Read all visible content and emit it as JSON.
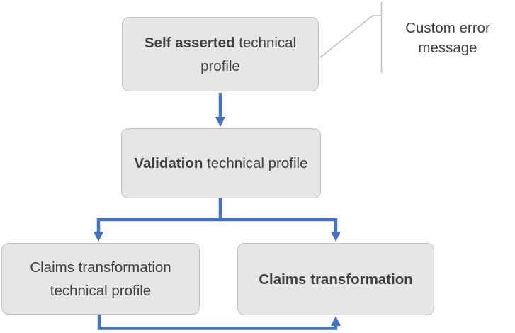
{
  "diagram": {
    "nodes": [
      {
        "id": "self-asserted-technical-profile",
        "bold": "Self asserted",
        "rest": " technical profile"
      },
      {
        "id": "validation-technical-profile",
        "bold": "Validation",
        "rest": " technical profile"
      },
      {
        "id": "claims-transformation-technical-profile",
        "bold": "",
        "rest": "Claims transformation technical profile"
      },
      {
        "id": "claims-transformation",
        "bold": "Claims transformation",
        "rest": ""
      }
    ],
    "callout": {
      "label": "Custom error message"
    },
    "edges": [
      {
        "from": "self-asserted-technical-profile",
        "to": "validation-technical-profile"
      },
      {
        "from": "validation-technical-profile",
        "to": "claims-transformation-technical-profile"
      },
      {
        "from": "validation-technical-profile",
        "to": "claims-transformation"
      },
      {
        "from": "claims-transformation-technical-profile",
        "to": "claims-transformation"
      }
    ]
  },
  "colors": {
    "arrow": "#4472C4",
    "box_fill": "#E7E6E6",
    "box_border": "#C2C1C1",
    "text": "#3F3F3F",
    "callout_line": "#C0C0C0",
    "canvas_bg": "#FFFFFF"
  }
}
